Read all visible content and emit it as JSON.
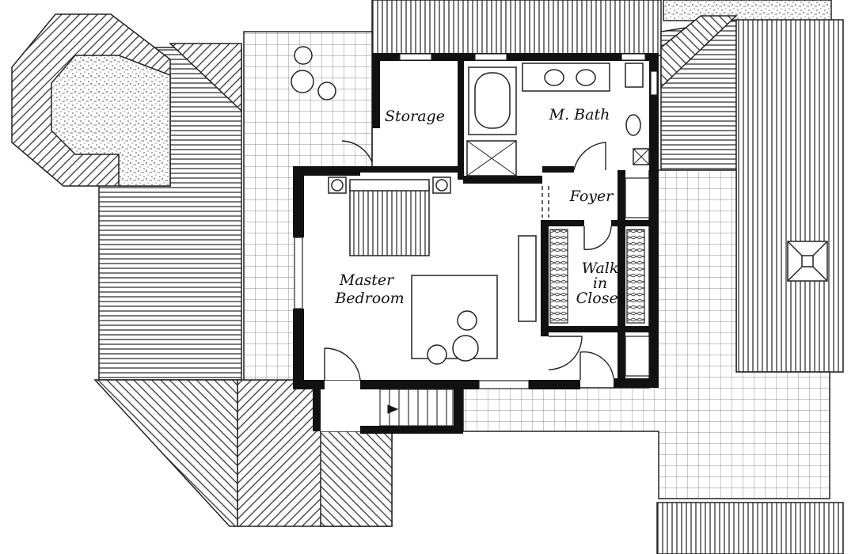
{
  "rooms": {
    "storage": "Storage",
    "master_bath": "M. Bath",
    "foyer": "Foyer",
    "walk_in_closet_line1": "Walk",
    "walk_in_closet_line2": "in",
    "walk_in_closet_line3": "Closet",
    "master_bedroom_line1": "Master",
    "master_bedroom_line2": "Bedroom"
  },
  "colors": {
    "wall": "#111111",
    "line": "#222222",
    "background": "#ffffff"
  }
}
